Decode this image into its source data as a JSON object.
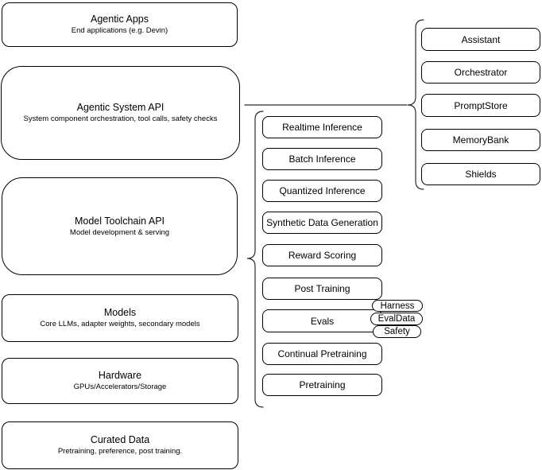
{
  "diagram": {
    "left_stack": [
      {
        "title": "Agentic Apps",
        "subtitle": "End applications (e.g. Devin)"
      },
      {
        "title": "Agentic System API",
        "subtitle": "System component orchestration, tool calls, safety checks"
      },
      {
        "title": "Model Toolchain API",
        "subtitle": "Model development & serving"
      },
      {
        "title": "Models",
        "subtitle": "Core LLMs, adapter weights, secondary models"
      },
      {
        "title": "Hardware",
        "subtitle": "GPUs/Accelerators/Storage"
      },
      {
        "title": "Curated Data",
        "subtitle": "Pretraining, preference, post training."
      }
    ],
    "toolchain_components": [
      "Realtime Inference",
      "Batch Inference",
      "Quantized Inference",
      "Synthetic Data Generation",
      "Reward Scoring",
      "Post Training",
      "Evals",
      "Continual Pretraining",
      "Pretraining"
    ],
    "eval_tags": [
      "Harness",
      "EvalData",
      "Safety"
    ],
    "system_components": [
      "Assistant",
      "Orchestrator",
      "PromptStore",
      "MemoryBank",
      "Shields"
    ],
    "colors": {
      "node_stroke": "#000000",
      "connector_stroke": "#2b2b2b",
      "background": "#ffffff",
      "text": "#000000"
    }
  }
}
